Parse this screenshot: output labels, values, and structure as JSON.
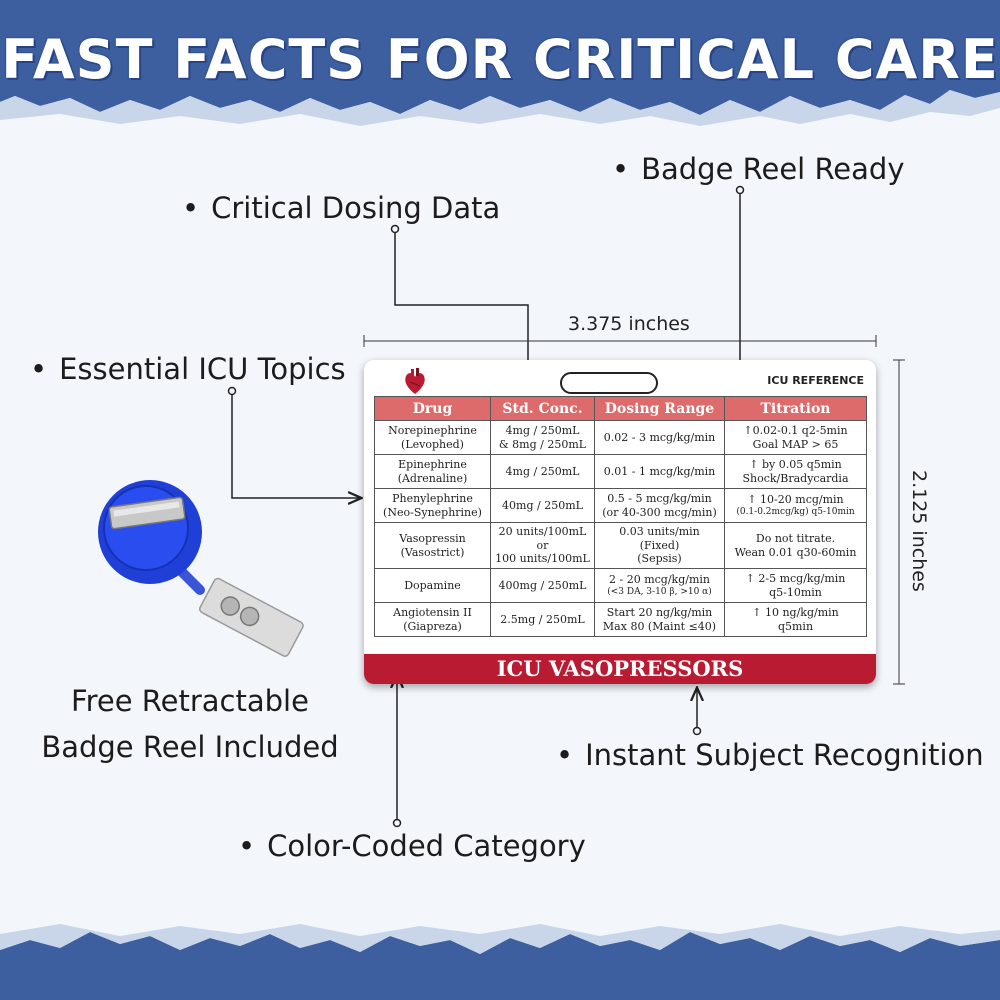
{
  "headline": "FAST FACTS FOR CRITICAL CARE",
  "callouts": {
    "badge_reel_ready": "Badge Reel Ready",
    "critical_dosing": "Critical Dosing Data",
    "essential_topics": "Essential ICU Topics",
    "instant_recognition": "Instant Subject Recognition",
    "color_coded": "Color-Coded Category",
    "bullet": "•"
  },
  "dimensions": {
    "width": "3.375 inches",
    "height": "2.125 inches"
  },
  "card": {
    "corner_label": "ICU REFERENCE",
    "footer": "ICU VASOPRESSORS",
    "headers": [
      "Drug",
      "Std. Conc.",
      "Dosing Range",
      "Titration"
    ],
    "rows": [
      {
        "drug": [
          "Norepinephrine",
          "(Levophed)"
        ],
        "conc": [
          "4mg / 250mL",
          "& 8mg / 250mL"
        ],
        "dose": [
          "0.02 - 3 mcg/kg/min"
        ],
        "titration": [
          "↑0.02-0.1 q2-5min",
          "Goal MAP > 65"
        ]
      },
      {
        "drug": [
          "Epinephrine",
          "(Adrenaline)"
        ],
        "conc": [
          "4mg / 250mL"
        ],
        "dose": [
          "0.01 - 1 mcg/kg/min"
        ],
        "titration": [
          "↑ by 0.05 q5min",
          "Shock/Bradycardia"
        ]
      },
      {
        "drug": [
          "Phenylephrine",
          "(Neo-Synephrine)"
        ],
        "conc": [
          "40mg / 250mL"
        ],
        "dose": [
          "0.5 - 5 mcg/kg/min",
          "(or 40-300 mcg/min)"
        ],
        "titration": [
          "↑ 10-20 mcg/min",
          "(0.1-0.2mcg/kg) q5-10min"
        ]
      },
      {
        "drug": [
          "Vasopressin",
          "(Vasostrict)"
        ],
        "conc": [
          "20 units/100mL",
          "or",
          "100 units/100mL"
        ],
        "dose": [
          "0.03 units/min",
          "(Fixed)",
          "(Sepsis)"
        ],
        "titration": [
          "Do not titrate.",
          "Wean 0.01 q30-60min"
        ]
      },
      {
        "drug": [
          "Dopamine"
        ],
        "conc": [
          "400mg / 250mL"
        ],
        "dose": [
          "2 - 20 mcg/kg/min",
          "(<3 DA, 3-10 β, >10 α)"
        ],
        "titration": [
          "↑ 2-5 mcg/kg/min",
          "q5-10min"
        ]
      },
      {
        "drug": [
          "Angiotensin II",
          "(Giapreza)"
        ],
        "conc": [
          "2.5mg / 250mL"
        ],
        "dose": [
          "Start 20 ng/kg/min",
          "Max 80 (Maint ≤40)"
        ],
        "titration": [
          "↑ 10 ng/kg/min",
          "q5min"
        ]
      }
    ]
  },
  "reel_caption": [
    "Free Retractable",
    "Badge Reel Included"
  ],
  "colors": {
    "brand_blue": "#3d5f9e",
    "header_red": "#dd6b6b",
    "footer_red": "#b81b32",
    "reel_blue": "#1f3fd6"
  },
  "icons": {
    "heart": "anatomical-heart-icon",
    "reel": "badge-reel-icon"
  }
}
